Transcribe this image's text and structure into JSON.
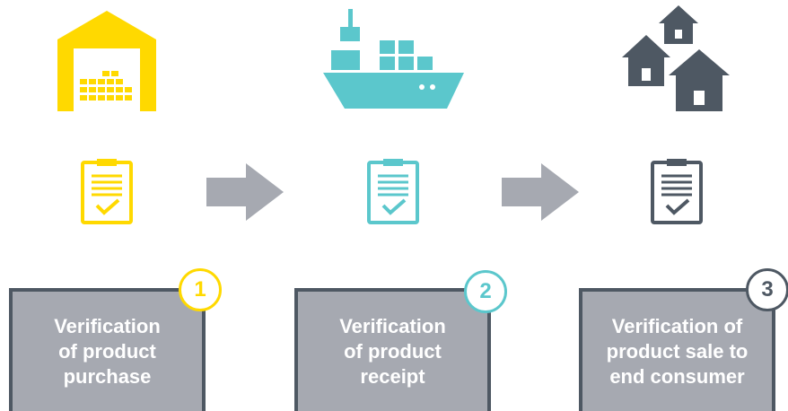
{
  "colors": {
    "yellow": "#ffd900",
    "teal": "#5bc7cc",
    "slate": "#4e5863",
    "arrow_gray": "#a6a9b1",
    "card_fill": "#a6a9b1",
    "card_border": "#4e5863"
  },
  "steps": [
    {
      "icon": "warehouse-icon",
      "document_icon": "checklist-clipboard-icon",
      "badge": "1",
      "label": "Verification\nof product\npurchase",
      "accent": "#ffd900"
    },
    {
      "icon": "cargo-ship-icon",
      "document_icon": "checklist-clipboard-icon",
      "badge": "2",
      "label": "Verification\nof product\nreceipt",
      "accent": "#5bc7cc"
    },
    {
      "icon": "houses-icon",
      "document_icon": "checklist-clipboard-icon",
      "badge": "3",
      "label": "Verification of\nproduct sale to\nend consumer",
      "accent": "#4e5863"
    }
  ],
  "connectors": [
    "right-arrow-icon",
    "right-arrow-icon"
  ]
}
